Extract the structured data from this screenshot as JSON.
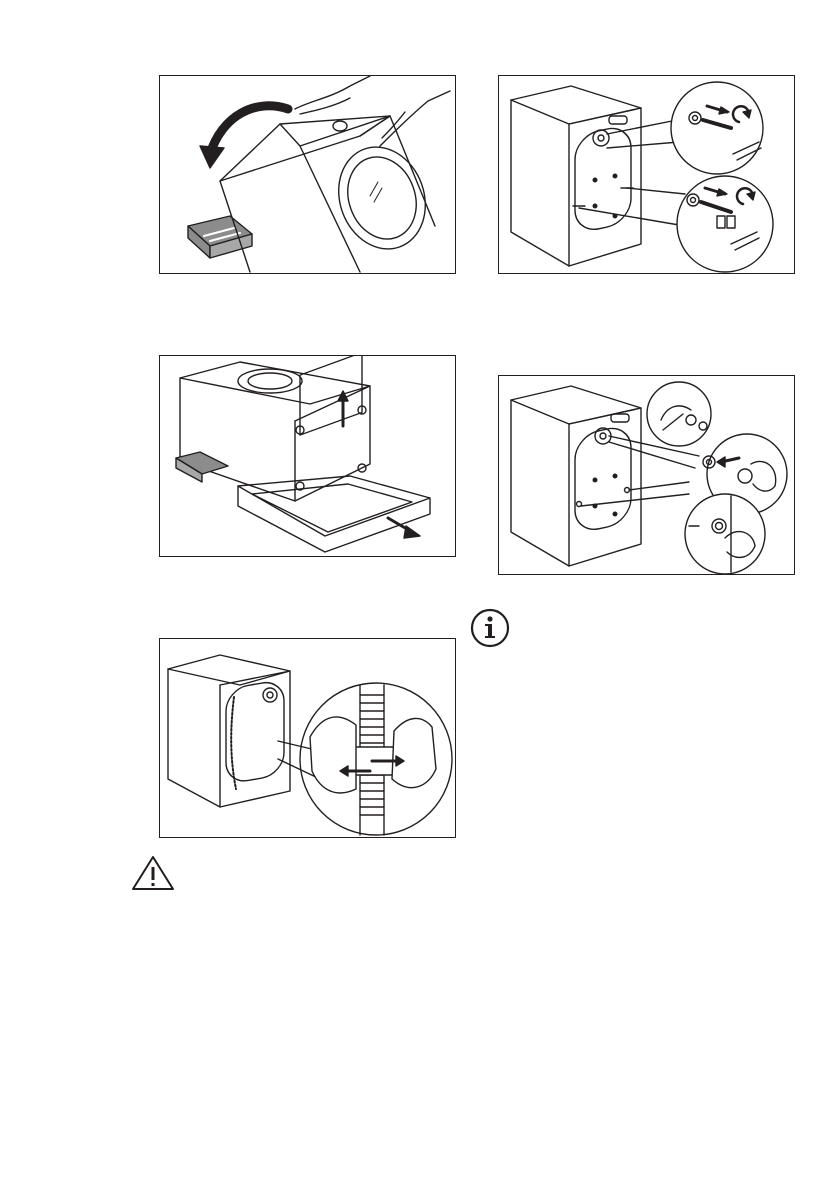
{
  "page": {
    "figures": [
      {
        "id": "fig-tilt-machine",
        "description_icon": "washing-machine-tilt-illustration"
      },
      {
        "id": "fig-remove-base",
        "description_icon": "washing-machine-base-removal-illustration"
      },
      {
        "id": "fig-hose-clip",
        "description_icon": "hose-clip-removal-illustration"
      },
      {
        "id": "fig-remove-bolts",
        "description_icon": "transit-bolt-removal-illustration"
      },
      {
        "id": "fig-insert-caps",
        "description_icon": "plastic-cap-insert-illustration"
      }
    ],
    "icons": {
      "warning": "warning-triangle-icon",
      "info": "info-circle-icon"
    },
    "colors": {
      "line": "#231f20",
      "panel_gray": "#8c8c8c",
      "background": "#ffffff"
    }
  }
}
